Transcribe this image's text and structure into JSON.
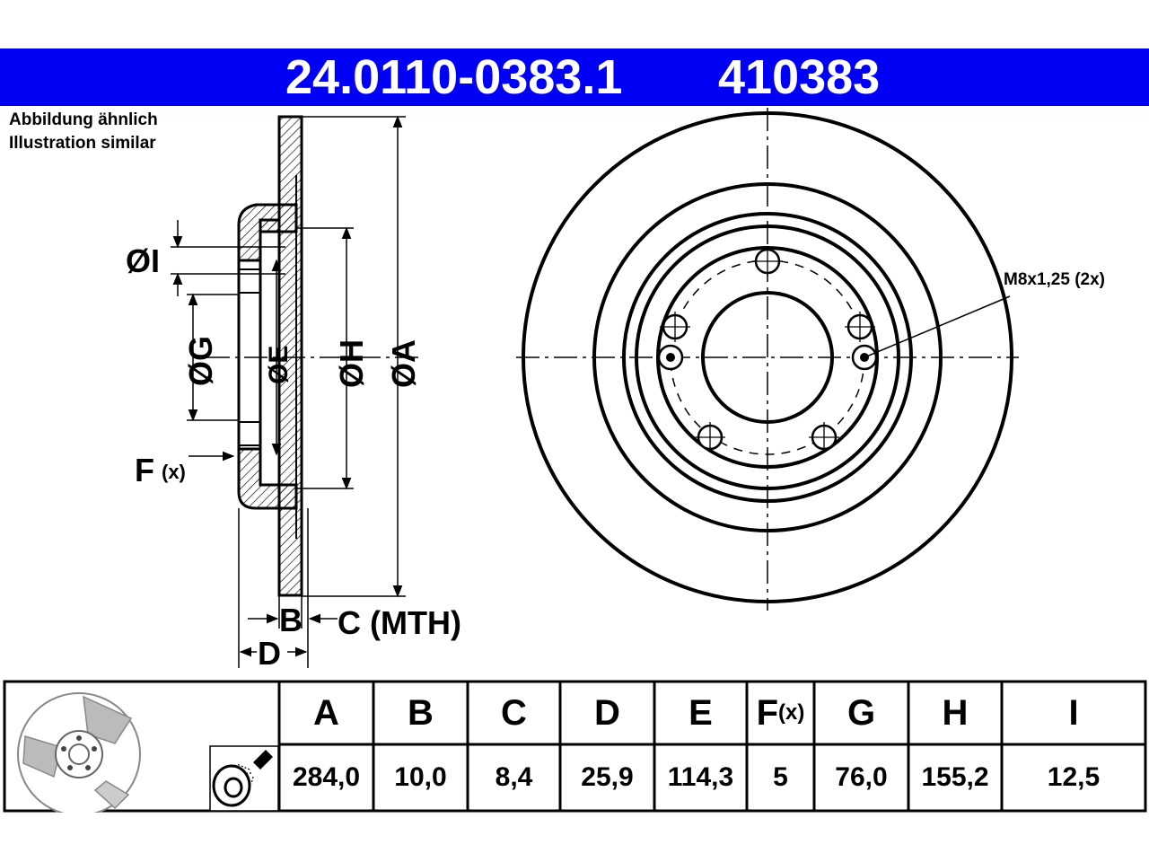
{
  "header": {
    "part_number": "24.0110-0383.1",
    "article_number": "410383"
  },
  "notes": {
    "line1": "Abbildung ähnlich",
    "line2": "Illustration similar"
  },
  "labels": {
    "dia_i": "ØI",
    "dia_g": "ØG",
    "dia_e": "ØE",
    "dia_h": "ØH",
    "dia_a": "ØA",
    "f": "F",
    "f_suffix": "(x)",
    "b": "B",
    "c_mth": "C (MTH)",
    "d": "D",
    "thread": "M8x1,25 (2x)"
  },
  "table": {
    "headers": [
      "A",
      "B",
      "C",
      "D",
      "E",
      "F",
      "G",
      "H",
      "I"
    ],
    "header_f_suffix": "(x)",
    "values": [
      "284,0",
      "10,0",
      "8,4",
      "25,9",
      "114,3",
      "5",
      "76,0",
      "155,2",
      "12,5"
    ]
  },
  "colors": {
    "header_bg": "#0000f5",
    "header_text": "#ffffff",
    "line": "#000000"
  }
}
